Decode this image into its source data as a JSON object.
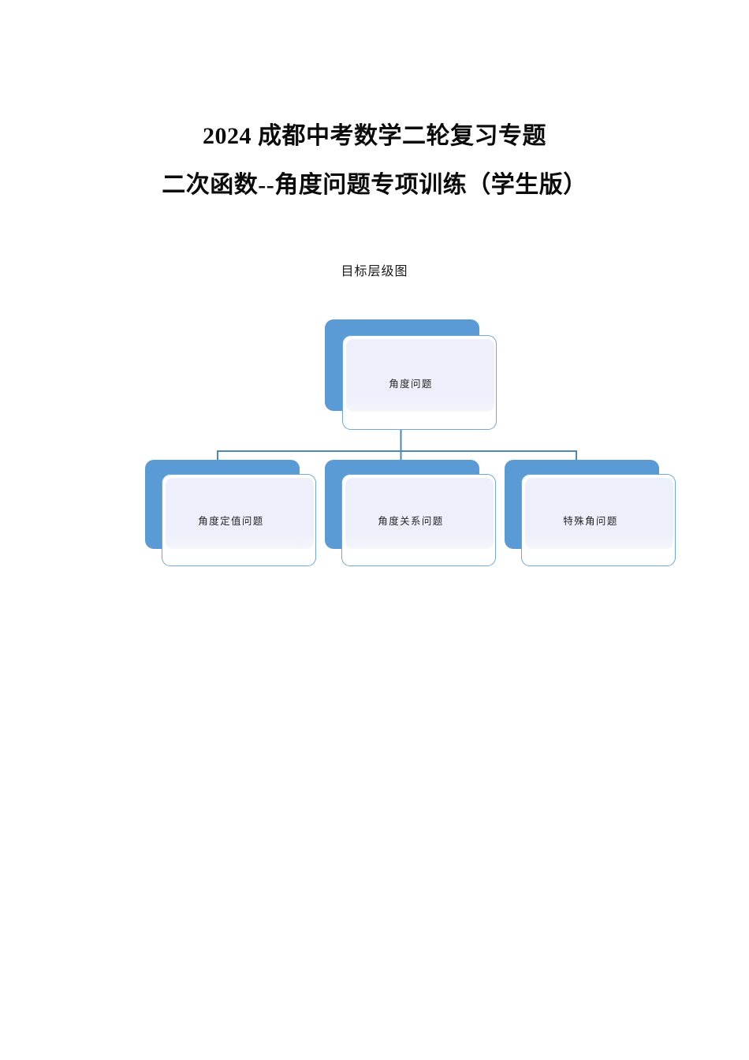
{
  "document": {
    "title_lines": [
      "2024 成都中考数学二轮复习专题",
      "二次函数--角度问题专项训练（学生版）"
    ],
    "subtitle": "目标层级图"
  },
  "diagram": {
    "type": "hierarchy",
    "accent_color": "#5B9BD5",
    "card_fill_color": "#EDF0FA",
    "card_border_color": "#6FA8DC",
    "connector_color": "#4E87B5",
    "root": {
      "label": "角度问题"
    },
    "children": [
      {
        "label": "角度定值问题"
      },
      {
        "label": "角度关系问题"
      },
      {
        "label": "特殊角问题"
      }
    ]
  }
}
